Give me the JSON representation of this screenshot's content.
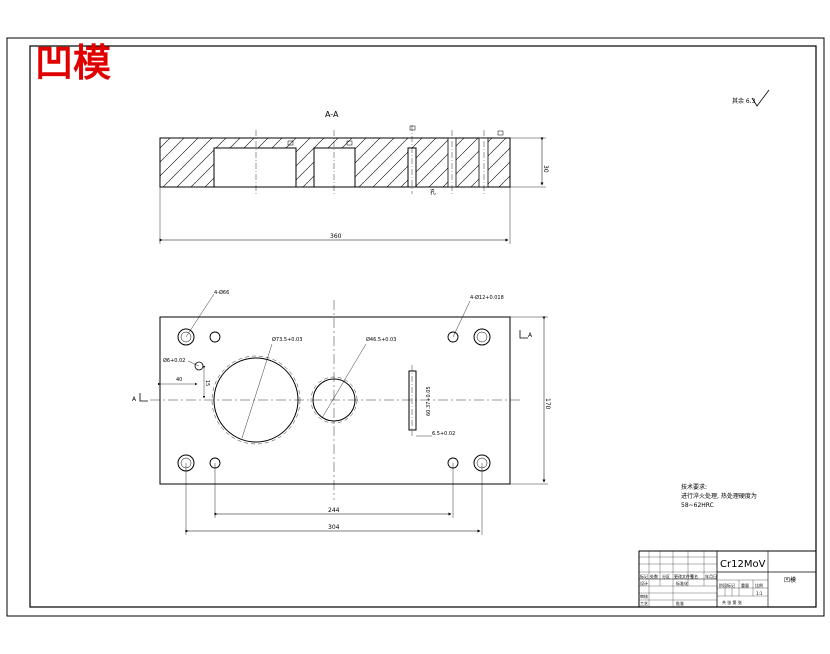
{
  "title": "凹模",
  "section_label": "A-A",
  "roughness_note": "其余 6.3",
  "section_view": {
    "height_dim": "30",
    "width_dim": "360",
    "hole_label": "孔"
  },
  "plan_view": {
    "callouts": {
      "small_holes": "4-Ø66",
      "large_hole": "Ø73.5+0.03",
      "medium_hole": "Ø46.5+0.03",
      "dowel_holes": "4-Ø12+0.018",
      "pilot_hole": "Ø6+0.02",
      "slot_width": "6.5+0.02",
      "slot_length": "60.37+0.05"
    },
    "dims": {
      "left_offset": "40",
      "pilot_offset": "15",
      "height": "170",
      "inner_span": "244",
      "outer_span": "304"
    },
    "section_mark": "A"
  },
  "tech_notes": {
    "heading": "技术要求:",
    "line1": "进行淬火处理, 热处理硬度为",
    "line2": "58~62HRC"
  },
  "title_block": {
    "material": "Cr12MoV",
    "part_name": "凹模",
    "cells": {
      "mark": "标记",
      "count": "处数",
      "zone": "分区",
      "change_doc": "更改文件号",
      "sign": "签名",
      "date": "年月日",
      "designer": "设计",
      "standardize": "标准化",
      "stage_mark": "阶段标记",
      "weight": "重量",
      "scale": "比例",
      "scale_value": "1:1",
      "checker": "审核",
      "process": "工艺",
      "approve": "批准",
      "sheets": "共 张 第 张"
    }
  }
}
